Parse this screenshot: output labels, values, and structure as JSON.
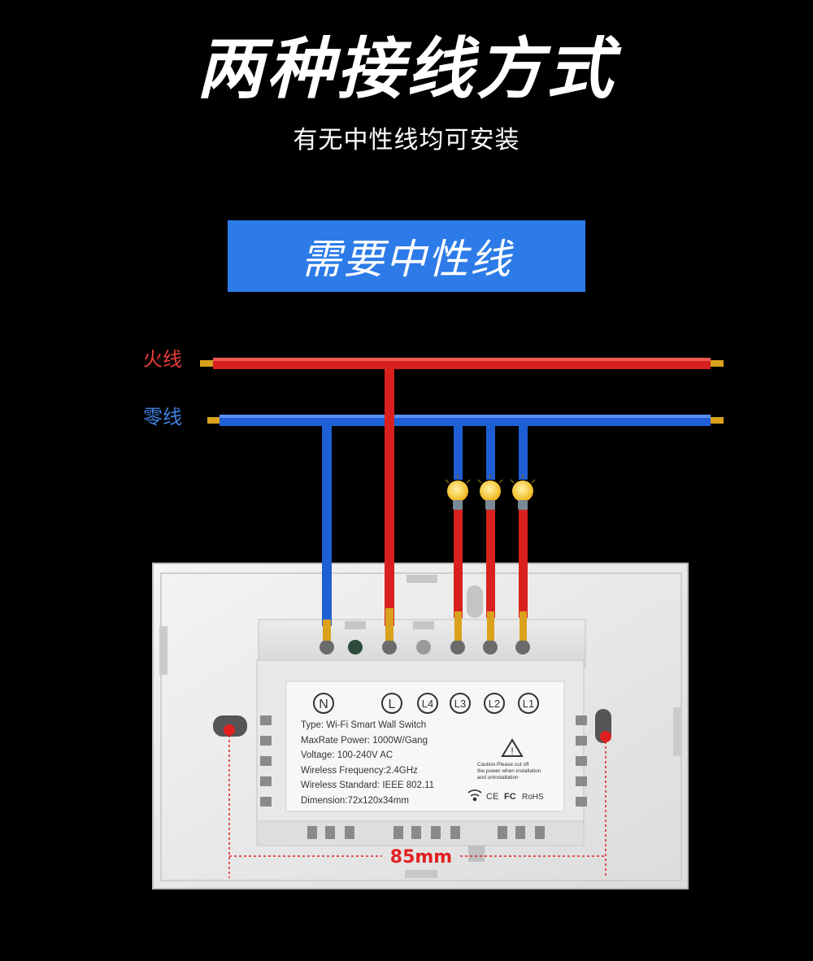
{
  "header": {
    "title": "两种接线方式",
    "subtitle": "有无中性线均可安装"
  },
  "banner": {
    "label": "需要中性线"
  },
  "wires": {
    "live_label": "火线",
    "neutral_label": "零线",
    "live_color": "#e0201e",
    "neutral_color": "#1f5fd6"
  },
  "terminals": [
    "N",
    "L",
    "L4",
    "L3",
    "L2",
    "L1"
  ],
  "label_panel": {
    "lines": [
      "Type: Wi-Fi Smart Wall Switch",
      "MaxRate Power: 1000W/Gang",
      "Voltage: 100-240V AC",
      "Wireless Frequency:2.4GHz",
      "Wireless Standard: IEEE 802.11",
      "Dimension:72x120x34mm"
    ],
    "caution_lines": [
      "Caution:Please cut off",
      "the power when installation",
      "and uninstallation"
    ],
    "certifications": [
      "CE",
      "FC",
      "RoHS"
    ]
  },
  "dimension": {
    "label": "85mm",
    "color": "#e02020"
  },
  "icons": [
    "bulb-icon",
    "warning-icon",
    "wifi-icon"
  ]
}
